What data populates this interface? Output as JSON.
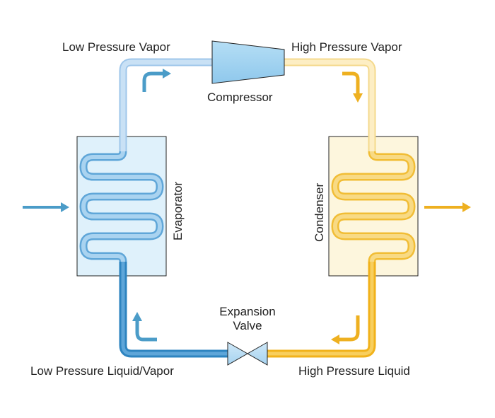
{
  "labels": {
    "low_pressure_vapor": "Low Pressure Vapor",
    "high_pressure_vapor": "High Pressure Vapor",
    "compressor": "Compressor",
    "evaporator": "Evaporator",
    "condenser": "Condenser",
    "expansion_valve_line1": "Expansion",
    "expansion_valve_line2": "Valve",
    "low_pressure_liquid_vapor": "Low Pressure Liquid/Vapor",
    "high_pressure_liquid": "High Pressure Liquid"
  },
  "colors": {
    "cold_dark": "#3b8fc6",
    "cold_light": "#bcd9f2",
    "hot_dark": "#f0b21f",
    "hot_light": "#fbe3a7",
    "evaporator_fill": "#dff1fb",
    "condenser_fill": "#fdf6dd",
    "compressor_fill": "#a9d7f2",
    "arrow_cold": "#4b9cc8",
    "arrow_hot": "#eeb020"
  }
}
